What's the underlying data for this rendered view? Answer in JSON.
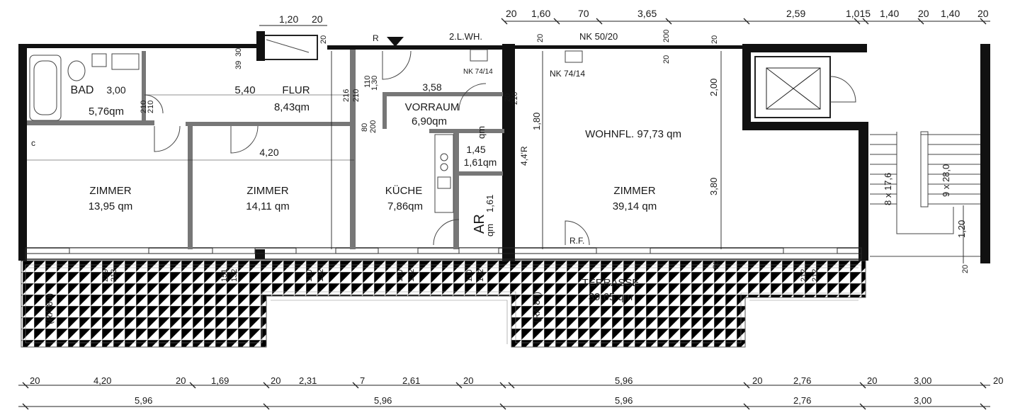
{
  "rooms": {
    "bad": {
      "name": "BAD",
      "width": "3,00",
      "area": "5,76qm"
    },
    "flur": {
      "name": "FLUR",
      "width": "5,40",
      "area": "8,43qm"
    },
    "vorraum": {
      "name": "VORRAUM",
      "width": "3,58",
      "area": "6,90qm"
    },
    "zimmer1": {
      "name": "ZIMMER",
      "area": "13,95 qm"
    },
    "zimmer2": {
      "name": "ZIMMER",
      "width": "4,20",
      "area": "14,11 qm"
    },
    "kueche": {
      "name": "KÜCHE",
      "area": "7,86qm"
    },
    "wc": {
      "unit": "qm",
      "width": "1,45",
      "area": "1,61qm"
    },
    "ar": {
      "name": "AR",
      "area": "1,61",
      "unit": "qm"
    },
    "zimmer3": {
      "name": "ZIMMER",
      "area": "39,14 qm"
    },
    "wohnfl": {
      "text": "WOHNFL. 97,73 qm"
    },
    "terrasse": {
      "name": "TERRASSE",
      "area": "39,65 qm"
    }
  },
  "labels": {
    "wohnungsnummer": "2.L.WH.",
    "nk_top": "NK 50/20",
    "nk_left": "NK 74/14",
    "nk_right": "NK 74/14",
    "rf": "R.F.",
    "r": "R",
    "ra_left": "(RA 80)",
    "ra_right": "(RA 80)",
    "stair_left": "8 x 17,6",
    "stair_right": "9 x 28,0",
    "c": "c",
    "hatch_44": "4,4'R"
  },
  "top_dims": {
    "a": "1,20",
    "b": "20",
    "c": "20",
    "d": "1,60",
    "e": "70",
    "f": "3,65",
    "g": "2,59",
    "h": "1,015",
    "i": "1,40",
    "j": "20",
    "k": "1,40",
    "l": "20"
  },
  "interior_dims": {
    "d20a": "20",
    "d39": "39",
    "d30": "30",
    "d210a": "210",
    "d210b": "210",
    "d216": "216",
    "d210c": "210",
    "d110": "110",
    "d130": "1,30",
    "d80": "80",
    "d200a": "200",
    "d210d": "210",
    "d20b": "20",
    "d20c": "20",
    "d200b": "200",
    "d20d": "20",
    "d200": "2,00",
    "d180": "1,80",
    "d380": "3,80",
    "d120": "1,20",
    "d20e": "20",
    "d20f": "20"
  },
  "window_dims": [
    {
      "top": "229",
      "bottom": "213"
    },
    {
      "top": "151",
      "bottom": "132"
    },
    {
      "top": "110",
      "bottom": "132"
    },
    {
      "top": "110",
      "bottom": "132"
    },
    {
      "top": "110",
      "bottom": "132"
    },
    {
      "top": "212",
      "bottom": "212"
    }
  ],
  "bottom_row1": [
    "20",
    "4,20",
    "20",
    "1,69",
    "20",
    "2,31",
    "7",
    "2,61",
    "20",
    "5,96",
    "20",
    "2,76",
    "20",
    "3,00",
    "20"
  ],
  "bottom_row2": [
    "5,96",
    "5,96",
    "5,96",
    "2,76",
    "3,00"
  ]
}
